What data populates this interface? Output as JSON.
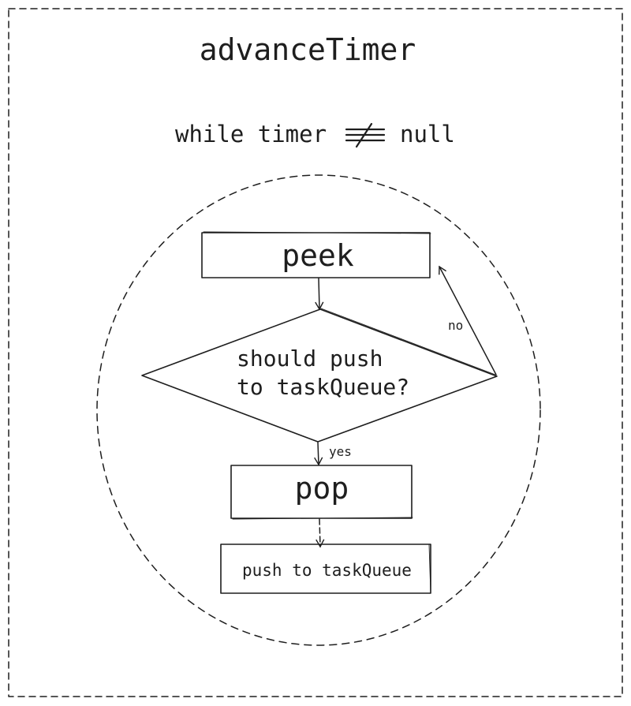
{
  "title": "advanceTimer",
  "loop": {
    "prefix": "while timer",
    "operator": "!==",
    "suffix": "null"
  },
  "nodes": {
    "peek": "peek",
    "decision_line1": "should push",
    "decision_line2": "to taskQueue?",
    "pop": "pop",
    "push": "push to taskQueue"
  },
  "edges": {
    "yes": "yes",
    "no": "no"
  },
  "colors": {
    "ink": "#1e1e1e",
    "background": "#ffffff"
  }
}
